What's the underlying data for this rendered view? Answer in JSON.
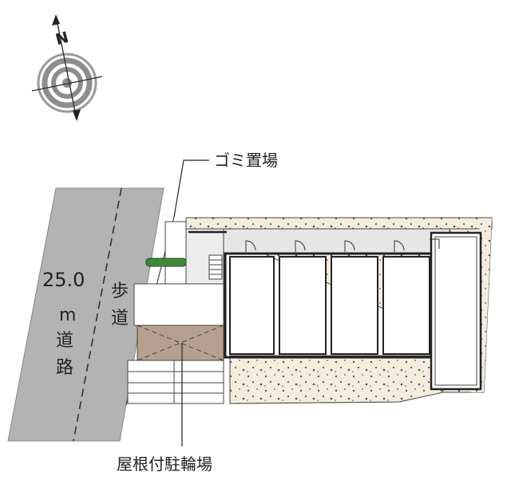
{
  "compass": {
    "north_letter": "N",
    "icon": "compass-rose-icon"
  },
  "road": {
    "width_label": "25.0",
    "unit_label": "m",
    "name_chars": [
      "道",
      "路"
    ]
  },
  "sidewalk": {
    "name_chars": [
      "歩",
      "道"
    ]
  },
  "callouts": {
    "garbage": "ゴミ置場",
    "bicycle_parking": "屋根付駐輪場"
  },
  "colors": {
    "road": "#b3b3b3",
    "ground": "#f4ecde",
    "bike_roof": "#b79f8f",
    "hedge": "#3f8a3a",
    "building_outline": "#333333"
  }
}
